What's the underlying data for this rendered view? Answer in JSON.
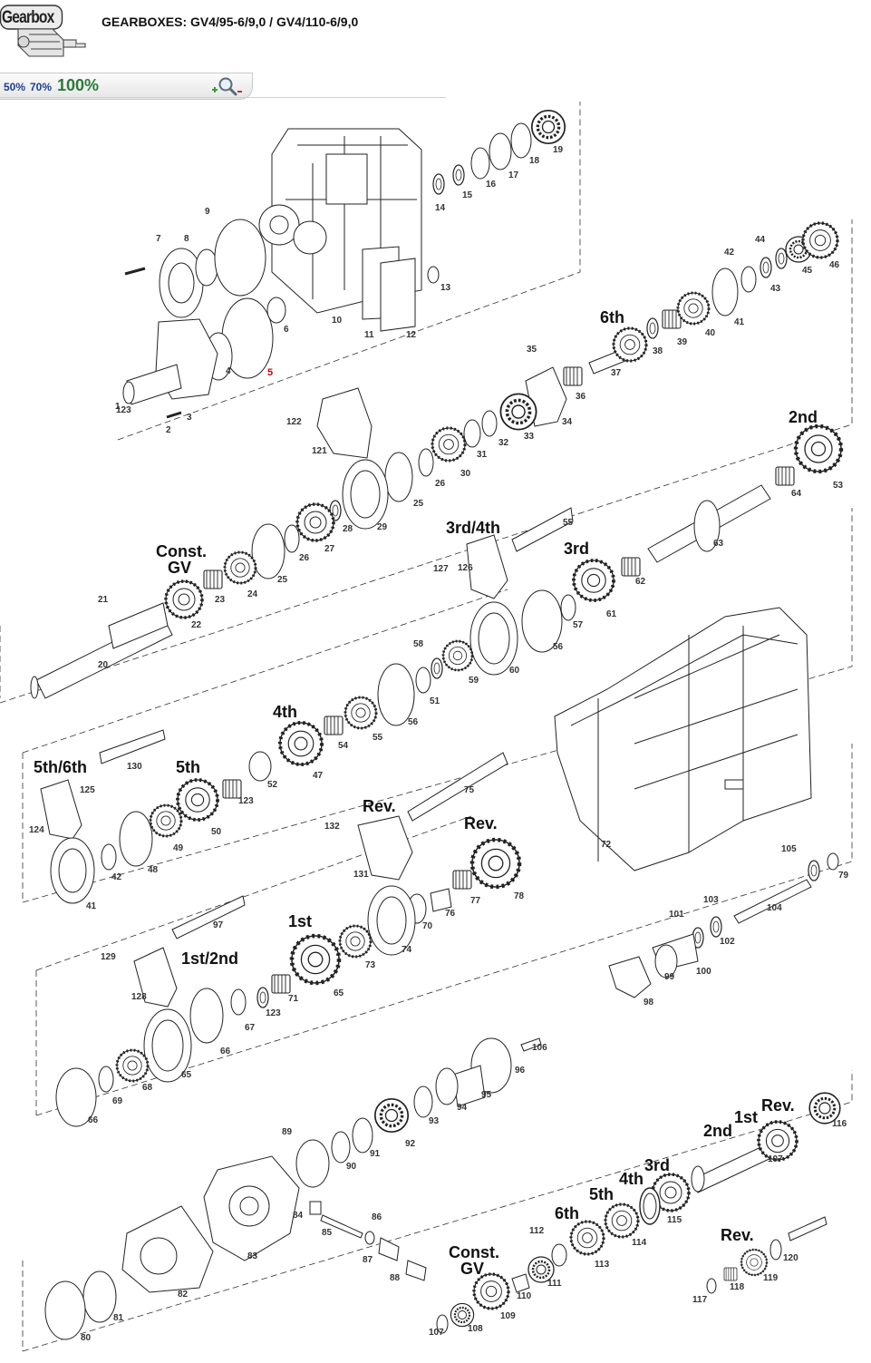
{
  "header": {
    "logo_text": "Gearbox",
    "title": "GEARBOXES: GV4/95-6/9,0 / GV4/110-6/9,0"
  },
  "zoom": {
    "options": [
      "50%",
      "70%"
    ],
    "current": "100%"
  },
  "diagram": {
    "gear_labels": [
      "Const.",
      "GV",
      "6th",
      "2nd",
      "3rd/4th",
      "3rd",
      "4th",
      "5th/6th",
      "5th",
      "Rev.",
      "Rev.",
      "1st",
      "1st/2nd",
      "Const.",
      "GV",
      "6th",
      "5th",
      "4th",
      "3rd",
      "2nd",
      "1st",
      "Rev.",
      "Rev."
    ],
    "highlighted_part": "5",
    "callouts": [
      "1",
      "2",
      "3",
      "4",
      "6",
      "7",
      "8",
      "9",
      "10",
      "11",
      "12",
      "13",
      "14",
      "15",
      "16",
      "17",
      "18",
      "19",
      "20",
      "21",
      "22",
      "23",
      "24",
      "25",
      "26",
      "27",
      "28",
      "29",
      "25",
      "26",
      "30",
      "31",
      "32",
      "33",
      "34",
      "35",
      "36",
      "37",
      "38",
      "39",
      "40",
      "41",
      "42",
      "43",
      "44",
      "45",
      "46",
      "121",
      "122",
      "123",
      "126",
      "127",
      "55",
      "56",
      "57",
      "58",
      "59",
      "60",
      "61",
      "62",
      "63",
      "64",
      "53",
      "54",
      "55",
      "56",
      "51",
      "52",
      "47",
      "41",
      "42",
      "48",
      "49",
      "50",
      "123",
      "124",
      "125",
      "130",
      "131",
      "132",
      "75",
      "76",
      "77",
      "78",
      "72",
      "73",
      "74",
      "70",
      "71",
      "65",
      "66",
      "67",
      "68",
      "65",
      "66",
      "69",
      "123",
      "128",
      "129",
      "97",
      "98",
      "99",
      "100",
      "101",
      "102",
      "103",
      "104",
      "105",
      "79",
      "80",
      "81",
      "82",
      "83",
      "84",
      "85",
      "86",
      "87",
      "88",
      "89",
      "90",
      "91",
      "92",
      "93",
      "94",
      "95",
      "96",
      "106",
      "107",
      "108",
      "109",
      "110",
      "111",
      "112",
      "113",
      "114",
      "115",
      "107",
      "116",
      "117",
      "118",
      "119",
      "120"
    ]
  }
}
